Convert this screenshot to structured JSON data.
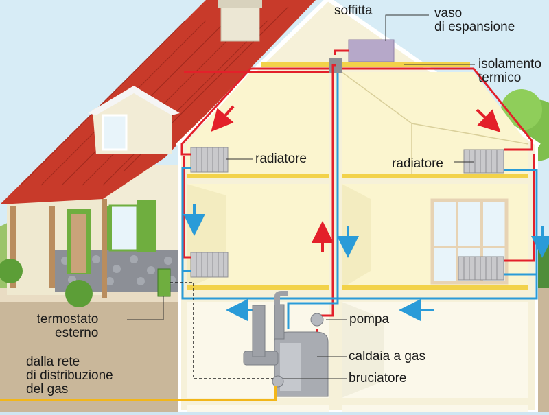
{
  "labels": {
    "attic": "soffitta",
    "expansion_tank": [
      "vaso",
      "di espansione"
    ],
    "insulation": [
      "isolamento",
      "termico"
    ],
    "radiator_left": "radiatore",
    "radiator_right": "radiatore",
    "pump": "pompa",
    "boiler": "caldaia a gas",
    "burner": "bruciatore",
    "outdoor_thermostat": [
      "termostato",
      "esterno"
    ],
    "gas_supply": [
      "dalla rete",
      "di distribuzione",
      "del gas"
    ]
  },
  "colors": {
    "hot_pipe": "#e3202a",
    "cold_pipe": "#2a9bd8",
    "gas_pipe": "#f2b619",
    "roof": "#c83a2a",
    "wall": "#f6f1d9",
    "ground": "#b9a58a",
    "sky": "#cfe6f2"
  },
  "legend_arrows": {
    "hot": "red",
    "cold": "blue"
  }
}
